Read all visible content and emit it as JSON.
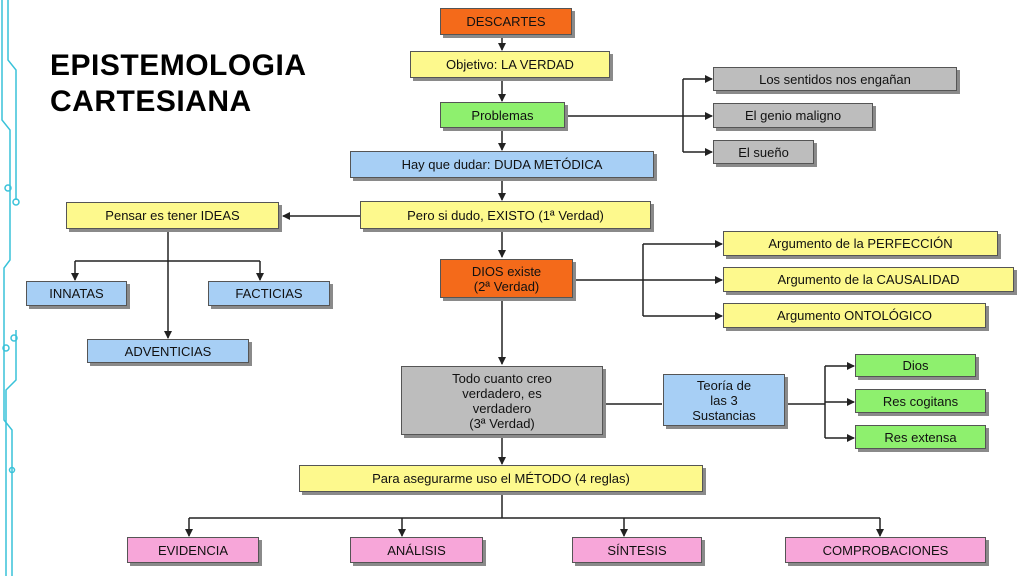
{
  "title": {
    "line1": "EPISTEMOLOGIA",
    "line2": "CARTESIANA"
  },
  "nodes": {
    "descartes": "DESCARTES",
    "objetivo": "Objetivo: LA VERDAD",
    "problemas": "Problemas",
    "sentidos": "Los sentidos nos engañan",
    "genio": "El genio maligno",
    "sueno": "El sueño",
    "duda": "Hay que dudar: DUDA METÓDICA",
    "existo": "Pero si dudo, EXISTO (1ª Verdad)",
    "ideas": "Pensar es tener IDEAS",
    "innatas": "INNATAS",
    "facticias": "FACTICIAS",
    "adventicias": "ADVENTICIAS",
    "dios_existe": "DIOS existe\n(2ª Verdad)",
    "perfeccion": "Argumento de la PERFECCIÓN",
    "causalidad": "Argumento de la CAUSALIDAD",
    "ontologico": "Argumento ONTOLÓGICO",
    "todo": "Todo cuanto creo\nverdadero, es\nverdadero\n(3ª Verdad)",
    "teoria": "Teoría de\nlas 3\nSustancias",
    "dios": "Dios",
    "cogitans": "Res cogitans",
    "extensa": "Res extensa",
    "metodo": "Para asegurarme uso el MÉTODO (4 reglas)",
    "evidencia": "EVIDENCIA",
    "analisis": "ANÁLISIS",
    "sintesis": "SÍNTESIS",
    "comprobaciones": "COMPROBACIONES"
  },
  "colors": {
    "orange": "#f46a1a",
    "yellow": "#fdf98d",
    "green": "#8ef06e",
    "blue": "#a7cff5",
    "gray": "#bdbdbd",
    "pink": "#f7a6d9",
    "decor": "#17b8d3"
  }
}
